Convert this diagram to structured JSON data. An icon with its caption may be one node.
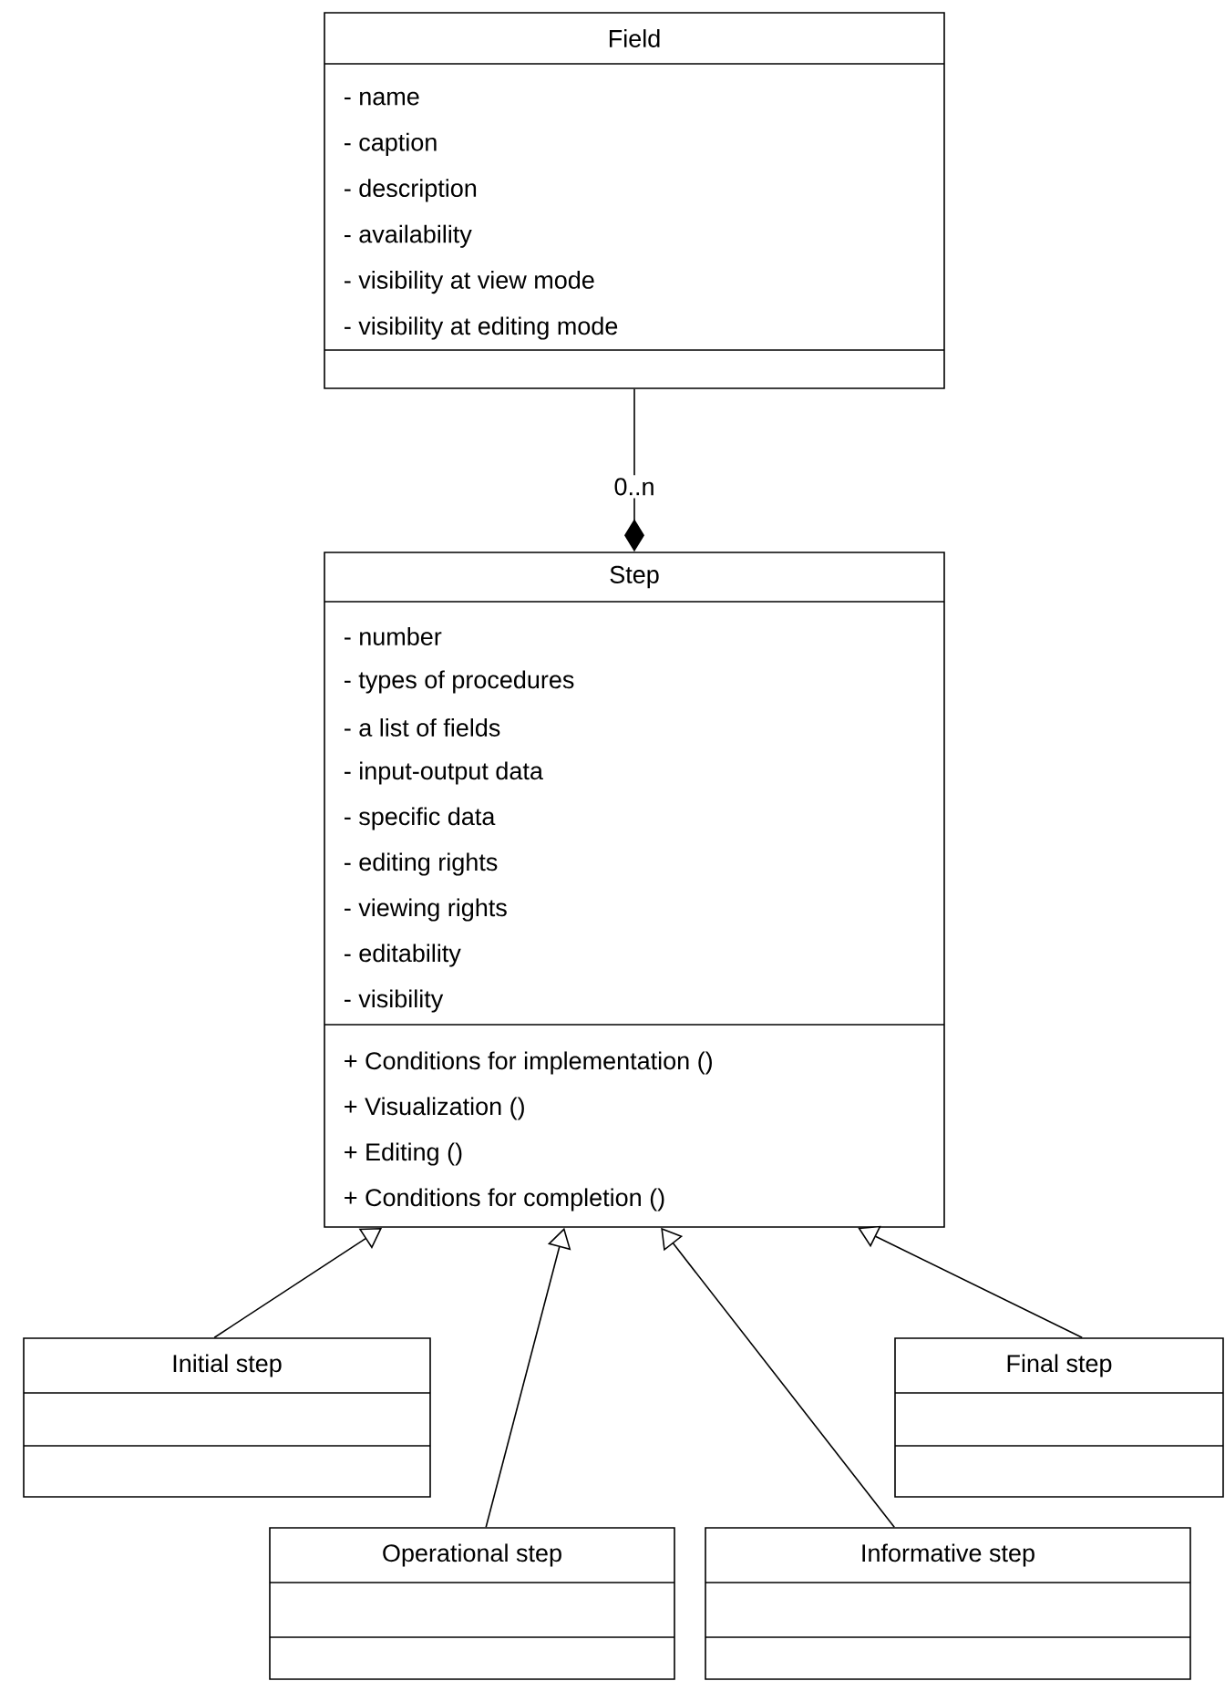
{
  "diagram": {
    "nodes": [
      {
        "text": [
          "Field",
          "- name",
          "- caption",
          "- description",
          "- availability",
          "- visibility at view mode",
          "- visibility at editing mode"
        ]
      },
      {
        "text": [
          "Step",
          "- number",
          "- types of procedures",
          "- a list of fields",
          "- input-output data",
          "- specific data",
          "- editing rights",
          "- viewing rights",
          "- editability",
          "- visibility",
          "+ Conditions for implementation ()",
          "+ Visualization ()",
          "+ Editing ()",
          "+ Conditions for completion ()"
        ]
      },
      {
        "text": [
          "Initial step"
        ]
      },
      {
        "text": [
          "Final step"
        ]
      },
      {
        "text": [
          "Operational step"
        ]
      },
      {
        "text": [
          "Informative step"
        ]
      }
    ],
    "edges": [
      {
        "from": 0,
        "to": 1,
        "arrow": "other",
        "label": "0..n"
      },
      {
        "from": 2,
        "to": 1,
        "arrow": "to"
      },
      {
        "from": 4,
        "to": 1,
        "arrow": "to"
      },
      {
        "from": 5,
        "to": 1,
        "arrow": "to"
      },
      {
        "from": 3,
        "to": 1,
        "arrow": "to"
      }
    ]
  }
}
